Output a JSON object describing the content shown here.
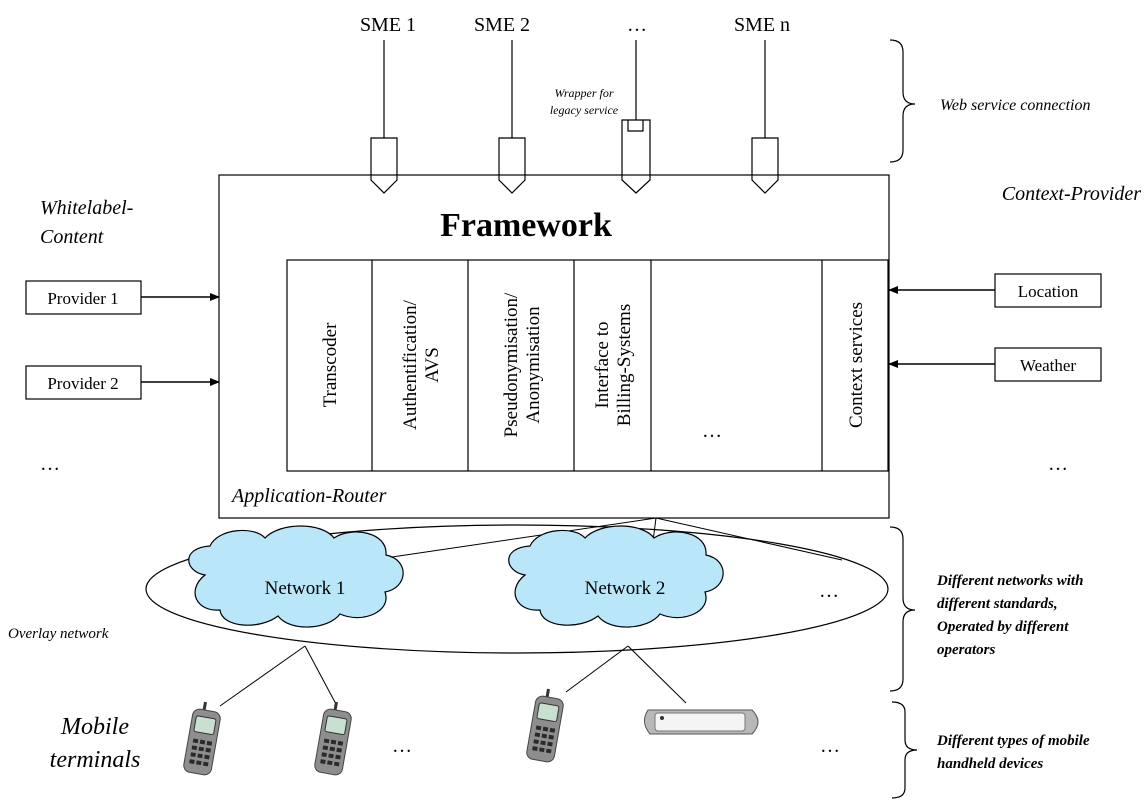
{
  "sme": {
    "labels": [
      "SME 1",
      "SME 2",
      "…",
      "SME n"
    ],
    "wrapper_line1": "Wrapper for",
    "wrapper_line2": "legacy service"
  },
  "framework": {
    "title": "Framework",
    "router": "Application-Router",
    "services": [
      {
        "lines": [
          "Transcoder"
        ]
      },
      {
        "lines": [
          "Authentification/",
          "AVS"
        ]
      },
      {
        "lines": [
          "Pseudonymisation/",
          "Anonymisation"
        ]
      },
      {
        "lines": [
          "Interface to",
          "Billing-Systems"
        ]
      },
      {
        "lines": [
          "…"
        ],
        "horizontal": true
      },
      {
        "lines": [
          "Context services"
        ]
      }
    ]
  },
  "left": {
    "heading_line1": "Whitelabel-",
    "heading_line2": "Content",
    "providers": [
      "Provider 1",
      "Provider 2"
    ],
    "more": "…"
  },
  "right": {
    "heading": "Context-Provider",
    "providers": [
      "Location",
      "Weather"
    ],
    "more": "…"
  },
  "networks": {
    "labels": [
      "Network 1",
      "Network 2"
    ],
    "more": "…",
    "overlay": "Overlay network"
  },
  "terminals": {
    "label_line1": "Mobile",
    "label_line2": "terminals",
    "more_1": "…",
    "more_2": "…"
  },
  "annotations": {
    "web_service": "Web service connection",
    "networks": [
      "Different networks with",
      "different standards,",
      "Operated by different",
      "operators"
    ],
    "devices": [
      "Different types of mobile",
      "handheld devices"
    ]
  },
  "colors": {
    "cloud_fill": "#b9e6f8",
    "phone_body": "#8c8c8c",
    "phone_screen": "#c8e0d0"
  }
}
